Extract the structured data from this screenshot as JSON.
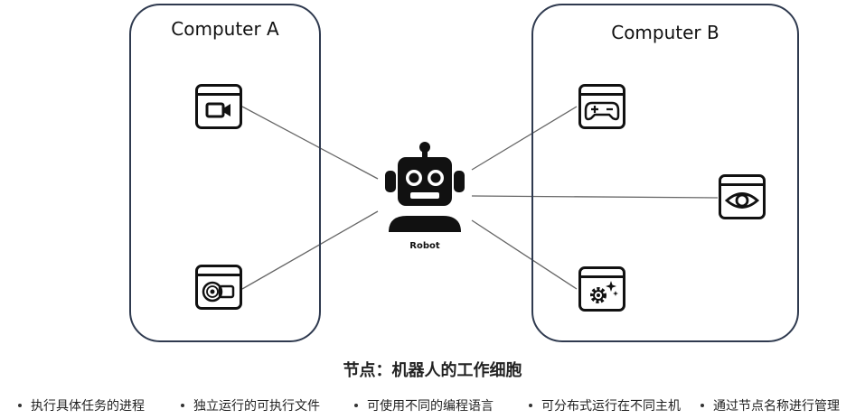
{
  "computers": {
    "a": {
      "title": "Computer A"
    },
    "b": {
      "title": "Computer B"
    }
  },
  "robot": {
    "label": "Robot",
    "icon": "robot-icon"
  },
  "nodes": {
    "camera": {
      "icon": "video-camera-icon"
    },
    "lidar": {
      "icon": "lidar-sensor-icon"
    },
    "gamepad": {
      "icon": "gamepad-icon"
    },
    "eye": {
      "icon": "eye-icon"
    },
    "settings": {
      "icon": "gear-sparkle-icon"
    }
  },
  "caption": "节点：机器人的工作细胞",
  "bullets": [
    "执行具体任务的进程",
    "独立运行的可执行文件",
    "可使用不同的编程语言",
    "可分布式运行在不同主机",
    "通过节点名称进行管理"
  ],
  "colors": {
    "box_border": "#2f3a4f",
    "icon": "#111111",
    "link": "#666666"
  }
}
